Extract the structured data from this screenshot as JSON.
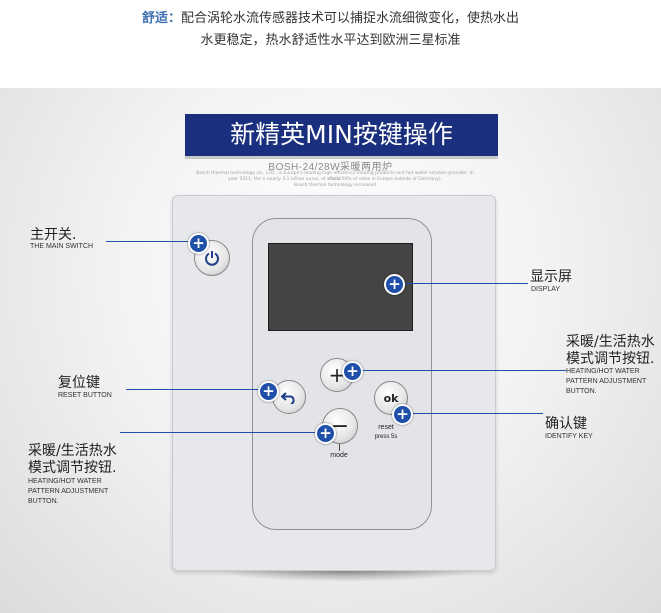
{
  "intro": {
    "keyword": "舒适：",
    "line1": "配合涡轮水流传感器技术可以捕捉水流细微变化，使热水出",
    "line2": "水更稳定，热水舒适性水平达到欧洲三星标准"
  },
  "title": "新精英MIN按键操作",
  "model": "BOSH-24/28W采暖两用炉",
  "fine_print": [
    "Bosch thermal technology co., LTD., is Europe's leading high efficiency heating products and hot water solution provider. In fiscal",
    "year 2011, the e nearly 3.1 billion euros, of which 56% of sales in Europe outside of Germany).",
    "Bosch thermal technology increased"
  ],
  "device": {
    "ok_label": "ok",
    "reset_label": "reset",
    "press_label": "press 5s",
    "mode_label": "mode",
    "plus_symbol": "+",
    "minus_symbol": "−"
  },
  "labels": {
    "main_switch": {
      "cn": "主开关.",
      "en": "THE MAIN SWITCH"
    },
    "display": {
      "cn": "显示屏",
      "en": "DISPLAY"
    },
    "heating_right": {
      "cn": [
        "采暖/生活热水",
        "模式调节按钮."
      ],
      "en": [
        "HEATING/HOT WATER",
        "PATTERN ADJUSTMENT",
        "BUTTON."
      ]
    },
    "reset": {
      "cn": "复位键",
      "en": "RESET BUTTON"
    },
    "identify": {
      "cn": "确认键",
      "en": "IDENTIFY KEY"
    },
    "heating_left": {
      "cn": [
        "采暖/生活热水",
        "模式调节按钮."
      ],
      "en": [
        "HEATING/HOT WATER",
        "PATTERN ADJUSTMENT",
        "BUTTON."
      ]
    }
  },
  "marker_symbol": "+",
  "colors": {
    "banner": "#1a2f7e",
    "marker": "#1f4fa8",
    "keyword": "#3e6fb0"
  }
}
